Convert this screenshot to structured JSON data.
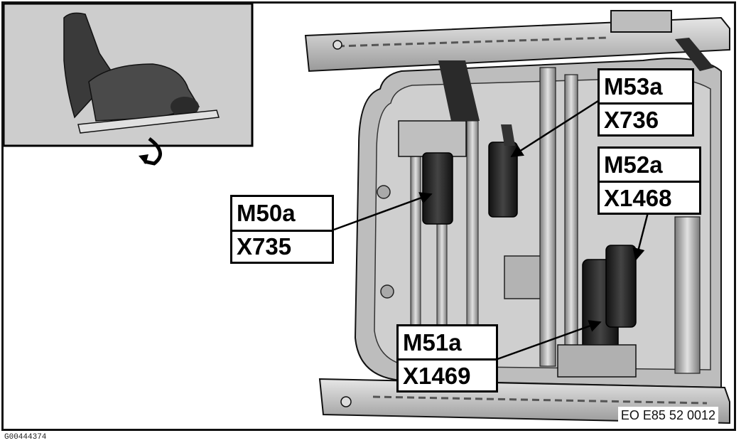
{
  "labels": {
    "m50a": {
      "component": "M50a",
      "connector": "X735"
    },
    "m53a": {
      "component": "M53a",
      "connector": "X736"
    },
    "m52a": {
      "component": "M52a",
      "connector": "X1468"
    },
    "m51a": {
      "component": "M51a",
      "connector": "X1469"
    }
  },
  "caption": "EO E85 52 0012",
  "figure_id": "G00444374",
  "colors": {
    "metal": "#c9c9c9",
    "metal_dark": "#8d8d8d",
    "motor": "#1e1e1e",
    "outline": "#111111"
  },
  "icons": [
    "seat-icon",
    "rotate-arrow-icon"
  ]
}
